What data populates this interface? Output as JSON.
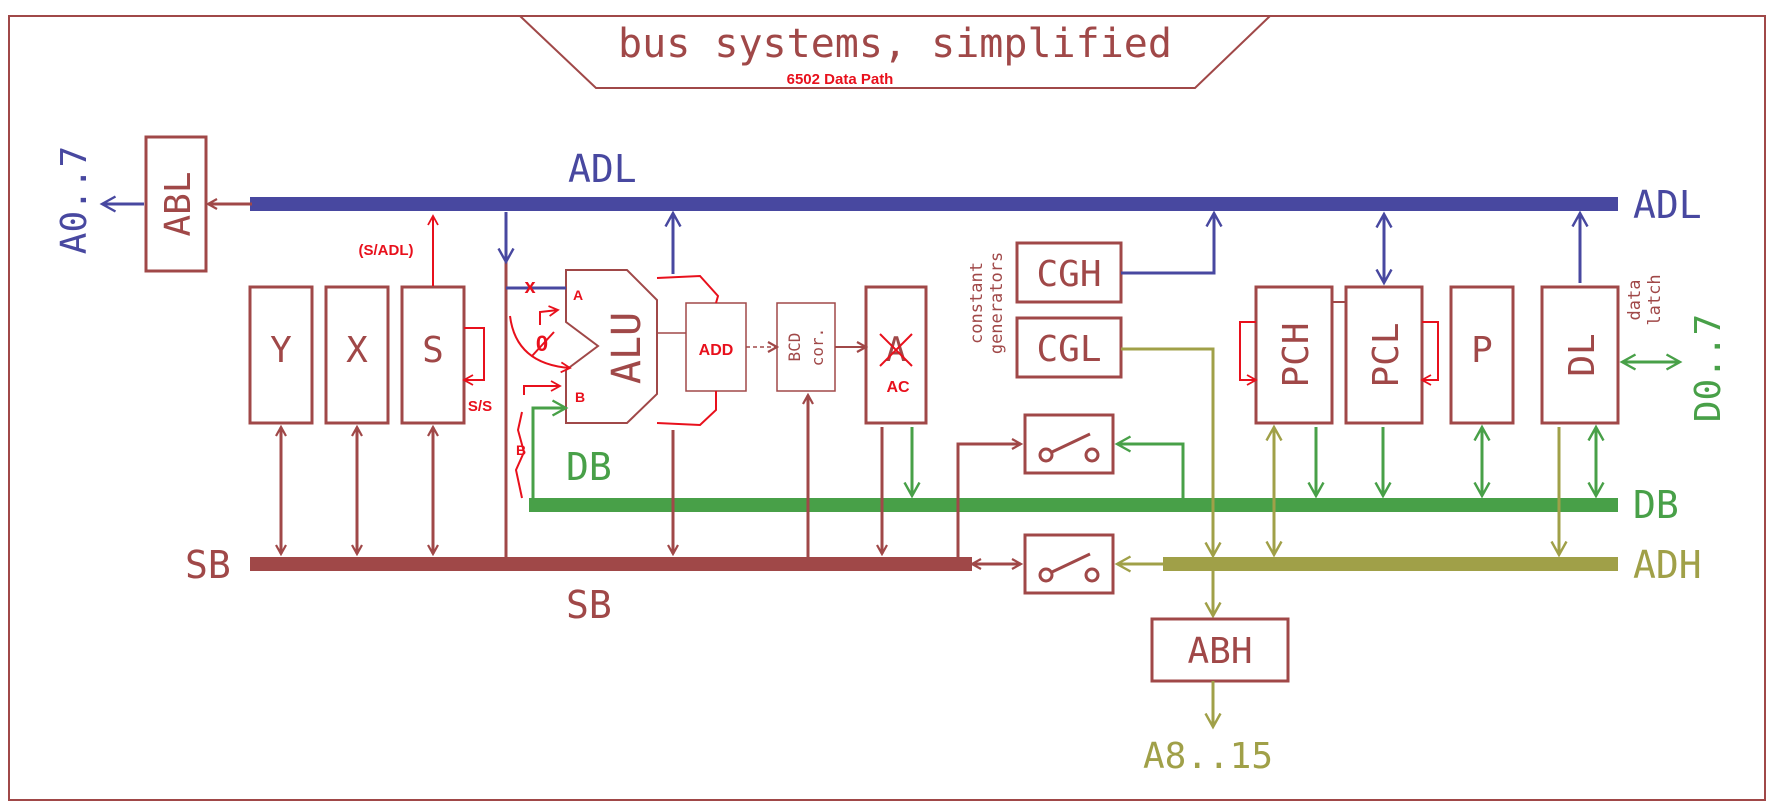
{
  "colors": {
    "frame": "#a04848",
    "adl": "#4848a0",
    "db": "#48a048",
    "adh": "#a0a048",
    "sb": "#a04848",
    "register": "#a04848",
    "annotation": "#e8101c"
  },
  "title": "bus systems, simplified",
  "subtitle": "6502 Data Path",
  "buses": {
    "adl": "ADL",
    "db": "DB",
    "sb": "SB",
    "adh": "ADH"
  },
  "registers": {
    "abl": "ABL",
    "abh": "ABH",
    "y": "Y",
    "x": "X",
    "s": "S",
    "alu": "ALU",
    "add": "ADD",
    "bcd": "BCD",
    "bcd_sub": "cor.",
    "ac_old": "A",
    "ac": "AC",
    "cgh": "CGH",
    "cgl": "CGL",
    "pch": "PCH",
    "pcl": "PCL",
    "p": "P",
    "dl": "DL"
  },
  "pins": {
    "low_address": "A0..7",
    "high_address": "A8..15",
    "data": "D0..7"
  },
  "notes": {
    "constant_line1": "constant",
    "constant_line2": "generators",
    "data_line1": "data",
    "data_line2": "latch"
  },
  "annotations": {
    "s_adl": "(S/ADL)",
    "s_s": "S/S",
    "in_a": "A",
    "in_b": "B",
    "zero": "0",
    "marker_x": "x",
    "bracket_b": "B"
  }
}
